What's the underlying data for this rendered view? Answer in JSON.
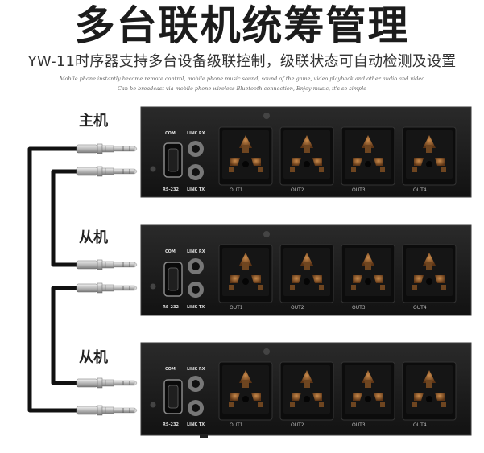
{
  "header": {
    "title": "多台联机统筹管理",
    "subtitle": "YW-11时序器支持多台设备级联控制，级联状态可自动检测及设置",
    "tagline_1": "Mobile phone instantly become remote control, mobile phone music sound, sound of the game, video playback and other audio and video",
    "tagline_2": "Can be broadcast via mobile phone wireless Bluetooth connection, Enjoy music, it's so simple"
  },
  "units": [
    {
      "role": "主机",
      "com_label": "COM",
      "rs232_label": "RS-232",
      "link_rx_label": "LINK RX",
      "link_tx_label": "LINK TX",
      "outlets": [
        "OUT1",
        "OUT2",
        "OUT3",
        "OUT4"
      ]
    },
    {
      "role": "从机",
      "com_label": "COM",
      "rs232_label": "RS-232",
      "link_rx_label": "LINK RX",
      "link_tx_label": "LINK TX",
      "outlets": [
        "OUT1",
        "OUT2",
        "OUT3",
        "OUT4"
      ]
    },
    {
      "role": "从机",
      "com_label": "COM",
      "rs232_label": "RS-232",
      "link_rx_label": "LINK RX",
      "link_tx_label": "LINK TX",
      "outlets": [
        "OUT1",
        "OUT2",
        "OUT3",
        "OUT4"
      ]
    }
  ],
  "colors": {
    "panel": "#1a1a1a",
    "outlet": "#0e0e0e",
    "socket_brass": "#8a5a2c",
    "cable": "#111111",
    "jack": "#c8c8c8"
  }
}
